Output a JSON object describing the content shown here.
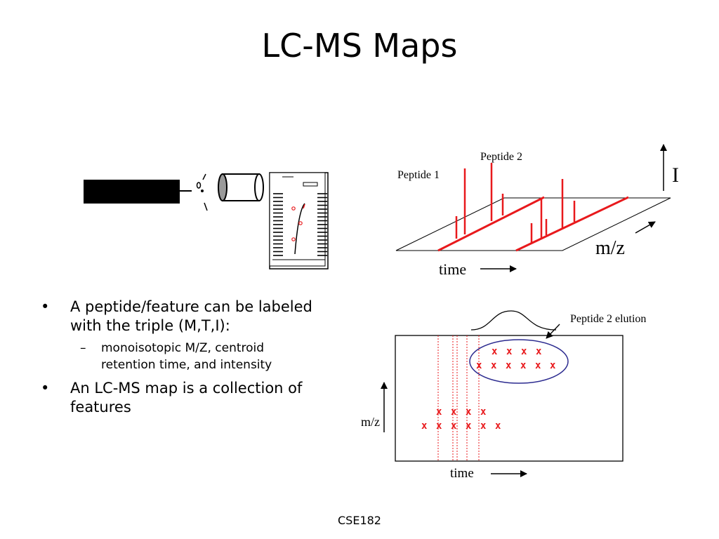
{
  "slide": {
    "title": "LC-MS Maps",
    "footer": "CSE182"
  },
  "bullets": [
    {
      "text": "A peptide/feature can be labeled with the triple (M,T,I):",
      "sub": [
        "monoisotopic M/Z, centroid retention time, and intensity"
      ]
    },
    {
      "text": "An LC-MS map is a collection of features",
      "sub": []
    }
  ],
  "diagram_3d": {
    "labels": {
      "peptide1": "Peptide 1",
      "peptide2": "Peptide 2",
      "intensity_axis": "I",
      "mz_axis": "m/z",
      "time_axis": "time"
    }
  },
  "map_2d": {
    "labels": {
      "elution": "Peptide 2 elution",
      "mz_axis": "m/z",
      "time_axis": "time"
    },
    "marker": "x",
    "groups": [
      {
        "name": "peptide-2-upper",
        "rows": [
          4,
          6
        ]
      },
      {
        "name": "peptide-1-lower",
        "rows": [
          4,
          6
        ]
      }
    ]
  },
  "colors": {
    "peaks": "#e8191c",
    "ellipse": "#2b2a8f",
    "lines": "#000000"
  }
}
